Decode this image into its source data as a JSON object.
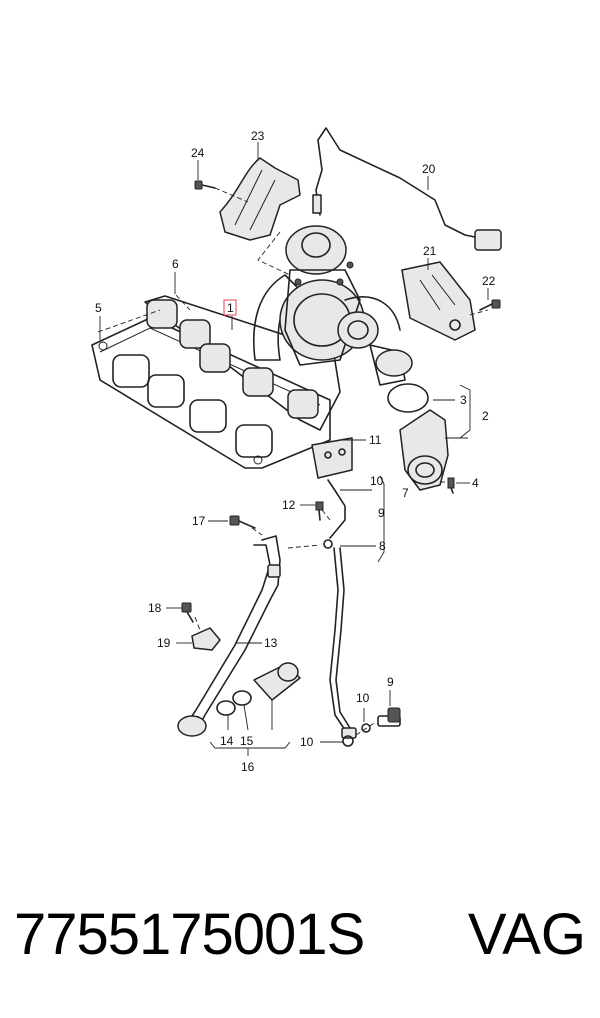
{
  "callouts": {
    "c1": "1",
    "c2": "2",
    "c3": "3",
    "c4": "4",
    "c5": "5",
    "c6": "6",
    "c7": "7",
    "c8": "8",
    "c9a": "9",
    "c9b": "9",
    "c10a": "10",
    "c10b": "10",
    "c10c": "10",
    "c11": "11",
    "c12": "12",
    "c13": "13",
    "c14": "14",
    "c15": "15",
    "c16": "16",
    "c17": "17",
    "c18": "18",
    "c19": "19",
    "c20": "20",
    "c21": "21",
    "c22": "22",
    "c23": "23",
    "c24": "24"
  },
  "highlight_color": "#e04050",
  "footer": {
    "part_number": "7755175001S",
    "brand": "VAG"
  }
}
